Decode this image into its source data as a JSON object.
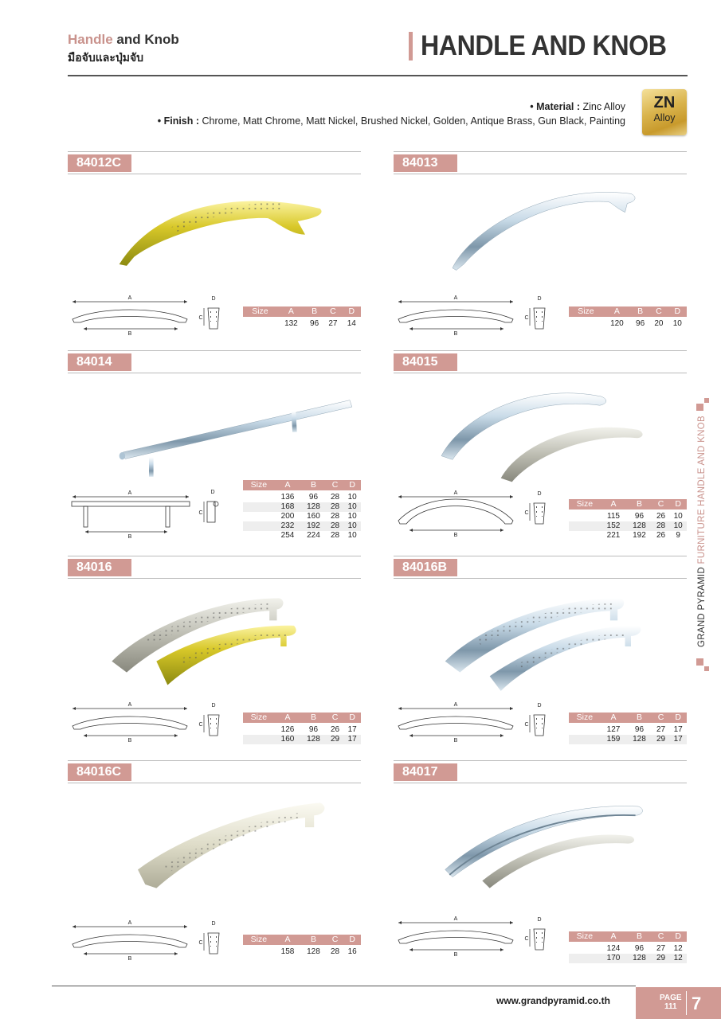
{
  "header": {
    "title_accent": "Handle",
    "title_rest": "and Knob",
    "subtitle_thai": "มือจับและปุ่มจับ",
    "main_title": "HANDLE AND KNOB"
  },
  "spec": {
    "material_label": "• Material :",
    "material_value": "Zinc Alloy",
    "finish_label": "• Finish :",
    "finish_value": "Chrome, Matt Chrome, Matt Nickel, Brushed Nickel, Golden, Antique Brass, Gun Black, Painting",
    "badge_line1": "ZN",
    "badge_line2": "Alloy"
  },
  "table_headers": [
    "Size",
    "A",
    "B",
    "C",
    "D"
  ],
  "dim_labels": {
    "a": "A",
    "b": "B",
    "c": "C",
    "d": "D"
  },
  "products": [
    {
      "code": "84012C",
      "rows": [
        [
          "132",
          "96",
          "27",
          "14"
        ]
      ]
    },
    {
      "code": "84013",
      "rows": [
        [
          "120",
          "96",
          "20",
          "10"
        ]
      ]
    },
    {
      "code": "84014",
      "rows": [
        [
          "136",
          "96",
          "28",
          "10"
        ],
        [
          "168",
          "128",
          "28",
          "10"
        ],
        [
          "200",
          "160",
          "28",
          "10"
        ],
        [
          "232",
          "192",
          "28",
          "10"
        ],
        [
          "254",
          "224",
          "28",
          "10"
        ]
      ]
    },
    {
      "code": "84015",
      "rows": [
        [
          "115",
          "96",
          "26",
          "10"
        ],
        [
          "152",
          "128",
          "28",
          "10"
        ],
        [
          "221",
          "192",
          "26",
          "9"
        ]
      ]
    },
    {
      "code": "84016",
      "rows": [
        [
          "126",
          "96",
          "26",
          "17"
        ],
        [
          "160",
          "128",
          "29",
          "17"
        ]
      ]
    },
    {
      "code": "84016B",
      "rows": [
        [
          "127",
          "96",
          "27",
          "17"
        ],
        [
          "159",
          "128",
          "29",
          "17"
        ]
      ]
    },
    {
      "code": "84016C",
      "rows": [
        [
          "158",
          "128",
          "28",
          "16"
        ]
      ]
    },
    {
      "code": "84017",
      "rows": [
        [
          "124",
          "96",
          "27",
          "12"
        ],
        [
          "170",
          "128",
          "29",
          "12"
        ]
      ]
    }
  ],
  "side": {
    "brand": "GRAND PYRAMID",
    "rest": "FURNITURE HANDLE AND KNOB"
  },
  "footer": {
    "url": "www.grandpyramid.co.th",
    "page_label": "PAGE",
    "page_sub": "111",
    "page_num": "7"
  },
  "colors": {
    "accent": "#d19a94",
    "gold": "#d9b34c"
  },
  "icons": [
    "handle-photo",
    "dimension-diagram"
  ]
}
